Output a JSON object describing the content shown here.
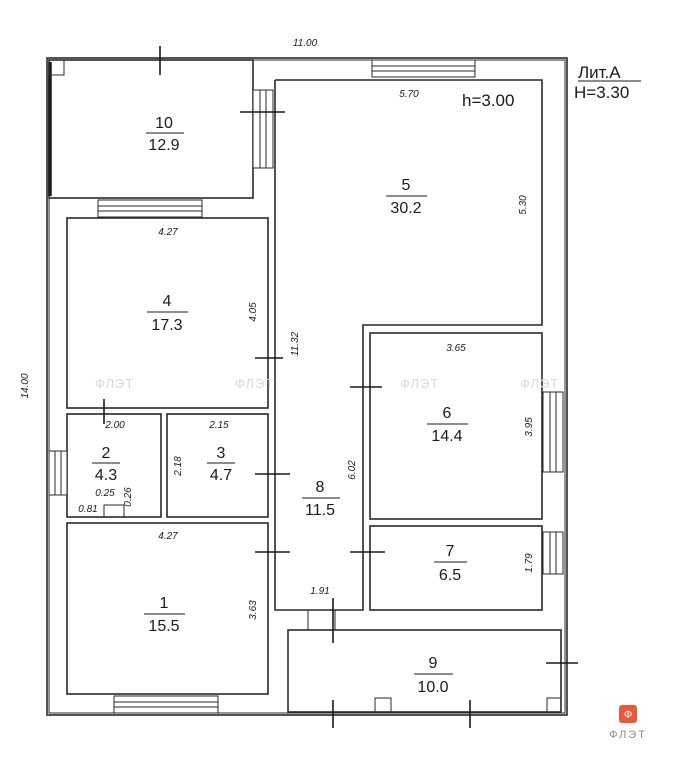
{
  "header": {
    "lit": "Лит.А",
    "height_label": "H=3.30",
    "room_height": "h=3.00"
  },
  "rooms": [
    {
      "id": "1",
      "area": "15.5"
    },
    {
      "id": "2",
      "area": "4.3"
    },
    {
      "id": "3",
      "area": "4.7"
    },
    {
      "id": "4",
      "area": "17.3"
    },
    {
      "id": "5",
      "area": "30.2"
    },
    {
      "id": "6",
      "area": "14.4"
    },
    {
      "id": "7",
      "area": "6.5"
    },
    {
      "id": "8",
      "area": "11.5"
    },
    {
      "id": "9",
      "area": "10.0"
    },
    {
      "id": "10",
      "area": "12.9"
    }
  ],
  "dimensions": {
    "total_width": "11.00",
    "total_depth": "14.00",
    "r5_width": "5.70",
    "r5_depth": "5.30",
    "r4_width": "4.27",
    "r4_depth": "4.05",
    "r8_length": "11.32",
    "r6_width": "3.65",
    "r6_depth": "3.95",
    "r8_width": "6.02",
    "r2_width": "2.00",
    "r3_width": "2.15",
    "r3_depth": "2.18",
    "r2_niche_a": "0.25",
    "r2_niche_b": "0.26",
    "r2_niche_c": "0.81",
    "r1_width": "4.27",
    "r1_depth": "3.63",
    "r7_depth": "1.79",
    "r8_door": "1.91"
  },
  "watermark": {
    "text": "ФЛЭТ"
  },
  "brand": {
    "name": "ФЛЭТ"
  }
}
